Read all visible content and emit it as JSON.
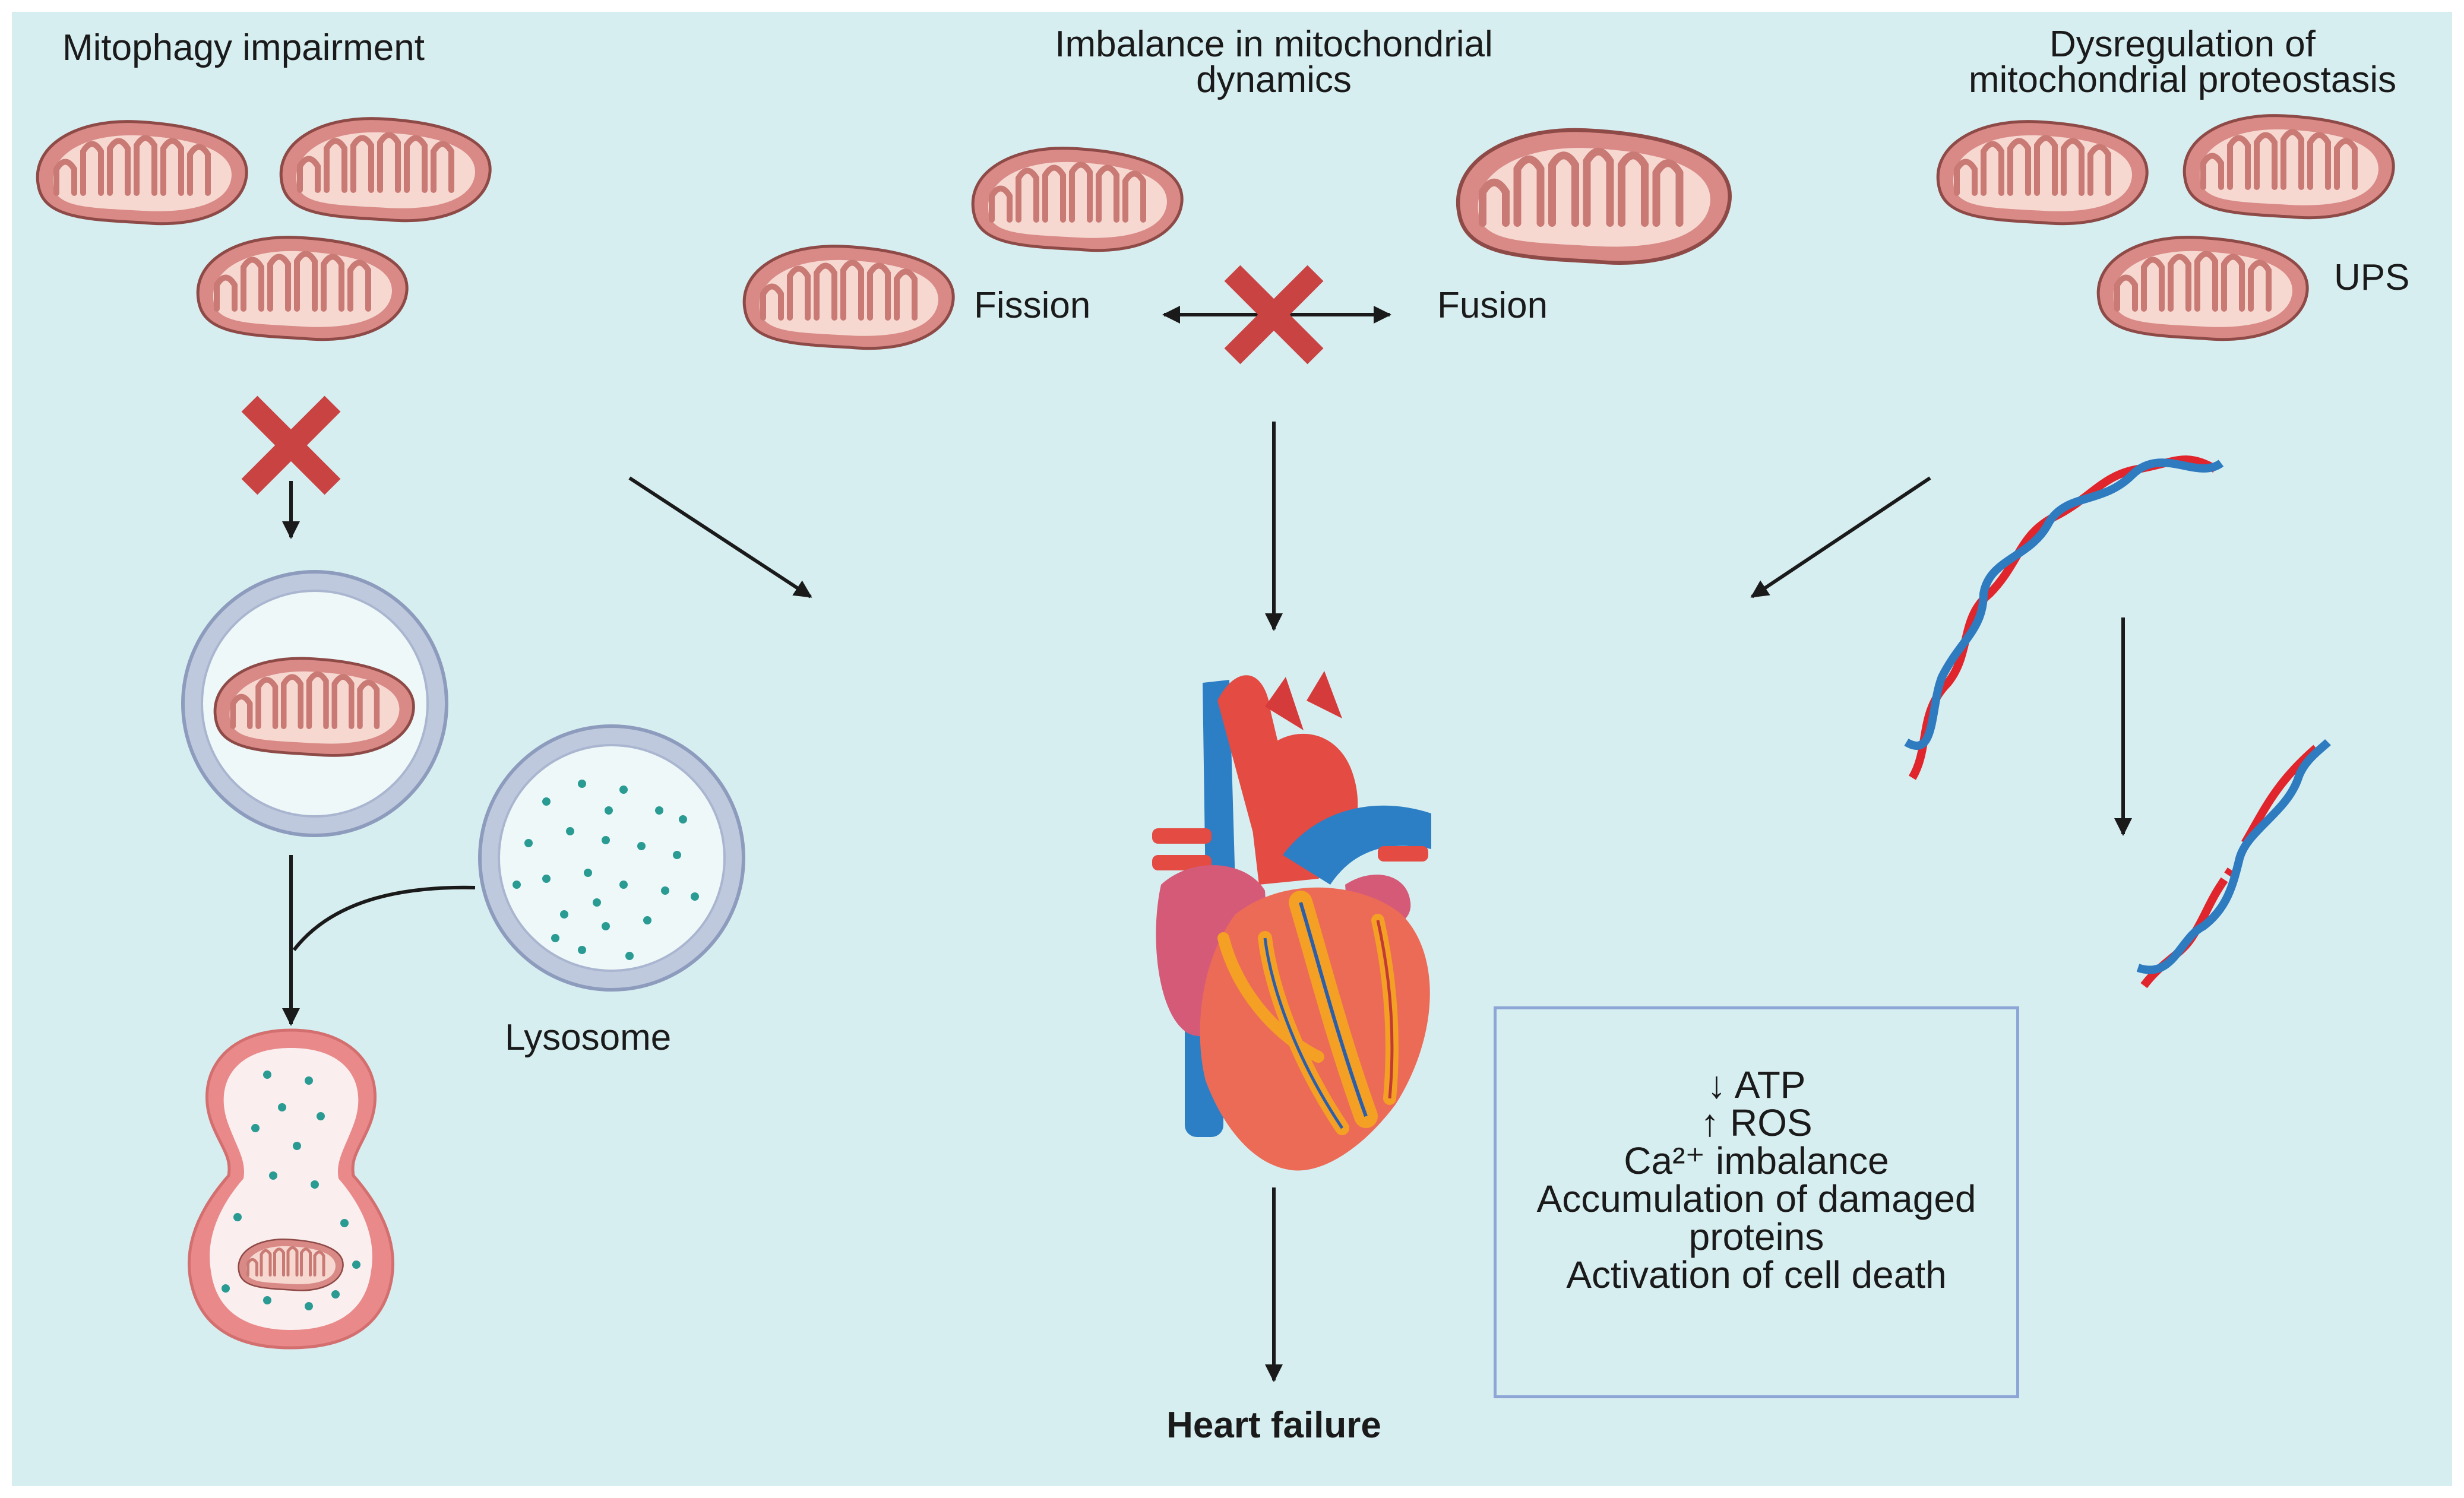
{
  "sections": {
    "mitophagy": {
      "title": "Mitophagy impairment",
      "lysosome_label": "Lysosome"
    },
    "dynamics": {
      "title_line1": "Imbalance in mitochondrial",
      "title_line2": "dynamics",
      "fission_label": "Fission",
      "fusion_label": "Fusion"
    },
    "proteostasis": {
      "title_line1": "Dysregulation of",
      "title_line2": "mitochondrial proteostasis",
      "ups_label": "UPS"
    }
  },
  "consequences": [
    "↓ ATP",
    "↑ ROS",
    "Ca²⁺ imbalance",
    "Accumulation of damaged",
    "proteins",
    "Activation of cell death"
  ],
  "outcome": "Heart failure",
  "colors": {
    "background": "#d7eef1",
    "mitochondria_outer": "#d98a86",
    "mitochondria_inner": "#f6d8d1",
    "block_cross": "#c94343",
    "dna_red": "#e0262c",
    "dna_blue": "#2e7bbf",
    "heart_red": "#e34b43",
    "heart_blue": "#2c7fc5",
    "box_border": "#8ea6d6"
  }
}
